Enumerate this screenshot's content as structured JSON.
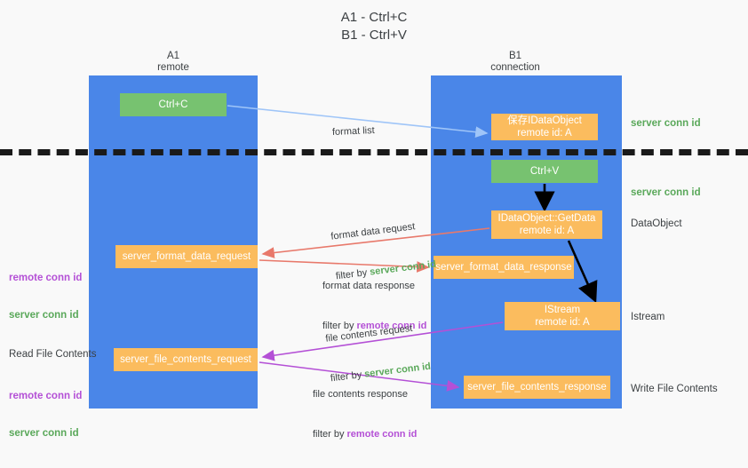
{
  "title": "A1 - Ctrl+C\nB1 - Ctrl+V",
  "lanes": {
    "left": {
      "name": "A1",
      "role": "remote",
      "header": "A1\nremote",
      "color": "#4a86e8"
    },
    "right": {
      "name": "B1",
      "role": "connection",
      "header": "B1\nconnection",
      "color": "#4a86e8"
    }
  },
  "colors": {
    "lane": "#4a86e8",
    "orange_box": "#fbbc5e",
    "green_box": "#77c270",
    "server_conn_id": "#5aa85a",
    "remote_conn_id": "#b450d6",
    "arrow_blue": "#9fc5f8",
    "arrow_red": "#e8796b",
    "arrow_purple": "#b450d6",
    "arrow_black": "#000000",
    "divider": "#1a1a1a",
    "background": "#f9f9f9"
  },
  "boxes": {
    "ctrl_c": {
      "label": "Ctrl+C",
      "style": "green",
      "lane": "left"
    },
    "save_idataobject": {
      "label": "保存IDataObject\nremote id: A",
      "style": "orange",
      "lane": "right"
    },
    "ctrl_v": {
      "label": "Ctrl+V",
      "style": "green",
      "lane": "right"
    },
    "getdata": {
      "label": "IDataObject::GetData\nremote id: A",
      "style": "orange",
      "lane": "right"
    },
    "format_data_request": {
      "label": "server_format_data_request",
      "style": "orange",
      "lane": "left"
    },
    "format_data_response": {
      "label": "server_format_data_response",
      "style": "orange",
      "lane": "right"
    },
    "istream": {
      "label": "IStream\nremote id: A",
      "style": "orange",
      "lane": "right"
    },
    "file_contents_request": {
      "label": "server_file_contents_request",
      "style": "orange",
      "lane": "left"
    },
    "file_contents_response": {
      "label": "server_file_contents_response",
      "style": "orange",
      "lane": "right"
    }
  },
  "edges": {
    "format_list": {
      "line1": "format list",
      "filter_prefix": "",
      "filter_value": ""
    },
    "format_data_req": {
      "line1": "format data request",
      "filter_prefix": "filter by ",
      "filter_value": "server conn id"
    },
    "format_data_resp": {
      "line1": "format data response",
      "filter_prefix": "filter by ",
      "filter_value": "remote conn id"
    },
    "file_contents_req": {
      "line1": "file contents request",
      "filter_prefix": "filter by ",
      "filter_value": "server conn id"
    },
    "file_contents_resp": {
      "line1": "file contents response",
      "filter_prefix": "filter by ",
      "filter_value": "remote conn id"
    }
  },
  "annotations": {
    "right": {
      "server_conn_id_1": "server conn id",
      "server_conn_id_2": "server conn id",
      "dataobject": "DataObject",
      "istream": "Istream",
      "write_file_contents": "Write File Contents"
    },
    "left": {
      "remote_conn_id_1": "remote conn id",
      "server_conn_id_1": "server conn id",
      "read_file_contents": "Read File Contents",
      "remote_conn_id_2": "remote conn id",
      "server_conn_id_2": "server conn id"
    }
  }
}
